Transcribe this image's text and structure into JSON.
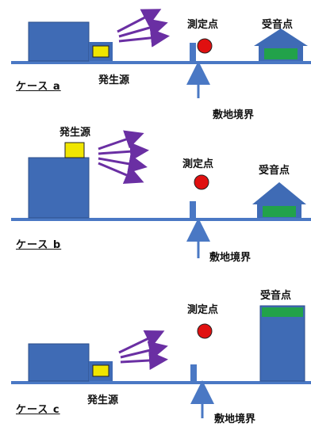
{
  "panels": [
    {
      "case_label": "ケース a",
      "source_label": "発生源",
      "measure_label": "測定点",
      "receiver_label": "受音点",
      "boundary_label": "敷地境界"
    },
    {
      "case_label": "ケース b",
      "source_label": "発生源",
      "measure_label": "測定点",
      "receiver_label": "受音点",
      "boundary_label": "敷地境界"
    },
    {
      "case_label": "ケース c",
      "source_label": "発生源",
      "measure_label": "測定点",
      "receiver_label": "受音点",
      "boundary_label": "敷地境界"
    }
  ],
  "colors": {
    "building": "#3f6bb5",
    "building_edge": "#2e4f8a",
    "source_box": "#f0e600",
    "receiver": "#22a24a",
    "measure_point": "#e01010",
    "arrow": "#6a2fa3",
    "ground": "#4a78c4",
    "boundary_arrow": "#4a78c4"
  }
}
